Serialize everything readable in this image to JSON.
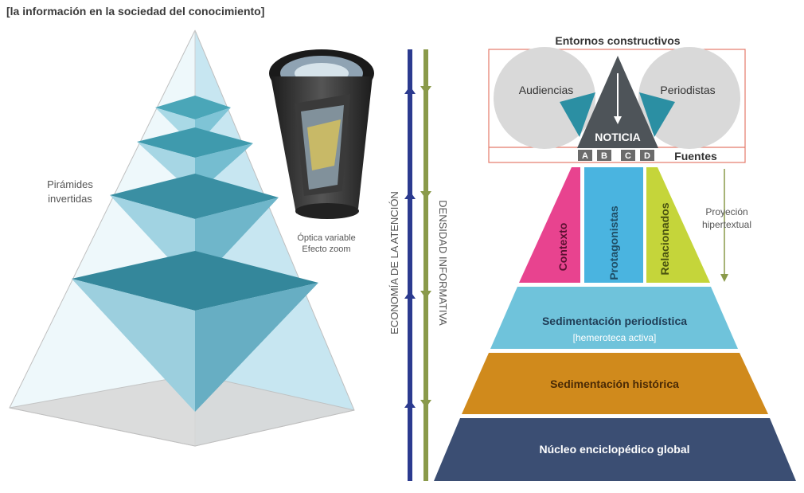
{
  "title": "[la información en la sociedad del conocimiento]",
  "left": {
    "inverted_label_1": "Pirámides",
    "inverted_label_2": "invertidas",
    "optic_label_1": "Óptica variable",
    "optic_label_2": "Efecto zoom"
  },
  "axes": {
    "attention": "ECONOMÍA DE LA ATENCIÓN",
    "density": "DENSIDAD INFORMATIVA"
  },
  "right": {
    "environments": "Entornos constructivos",
    "audiences": "Audiencias",
    "journalists": "Periodistas",
    "news": "NOTICIA",
    "sources_label": "Fuentes",
    "sources": [
      "A",
      "B",
      "C",
      "D"
    ],
    "context": "Contexto",
    "protagonists": "Protagonistas",
    "related": "Relacionados",
    "projection_1": "Proyeción",
    "projection_2": "hipertextual",
    "sedimentation_journalistic": "Sedimentación periodística",
    "archive": "[hemeroteca activa]",
    "sedimentation_historical": "Sedimentación histórica",
    "core": "Núcleo enciclopédico global"
  },
  "colors": {
    "context": "#e8438f",
    "protagonists": "#4ab4e0",
    "related": "#c5d53a",
    "journalistic": "#6fc3db",
    "historical": "#d08a1c",
    "core": "#3b4e73",
    "news": "#4e5459",
    "attention_axis": "#2b3a8f",
    "density_axis": "#8a9a4a"
  }
}
